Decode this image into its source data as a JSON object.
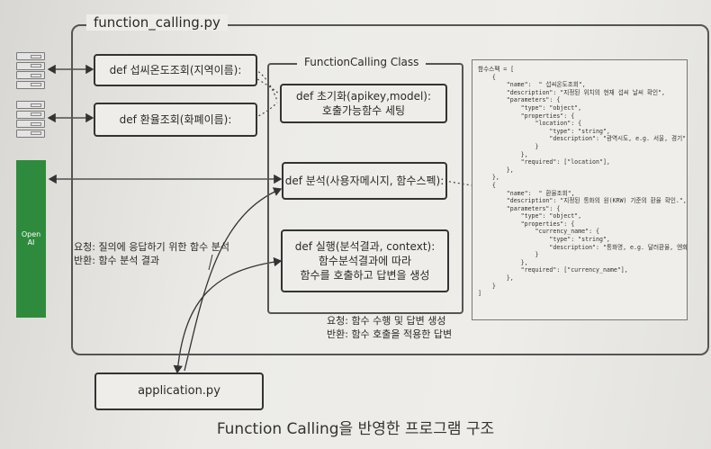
{
  "frame_title": "function_calling.py",
  "class_title": "FunctionCalling Class",
  "weather_func": "def 섭씨온도조회(지역이름):",
  "exchange_func": "def 환율조회(화폐이름):",
  "init_func_line1": "def 초기화(apikey,model):",
  "init_func_line2": "호출가능함수 세팅",
  "analyze_func": "def 분석(사용자메시지, 함수스펙):",
  "run_func_line1": "def 실행(분석결과, context):",
  "run_func_line2": "함수분석결과에 따라",
  "run_func_line3": "함수를 호출하고 답변을 생성",
  "request_analysis": "요청: 질의에 응답하기 위한 함수 분석",
  "response_analysis": "반환: 함수 분석 결과",
  "request_execute": "요청: 함수 수행 및 답변 생성",
  "response_execute": "반환: 함수 호출을 적용한 답변",
  "openai_label_1": "Open",
  "openai_label_2": "AI",
  "application_box": "application.py",
  "caption": "Function Calling을 반영한 프로그램 구조",
  "func_spec_json": "함수스펙 = [\n    {\n        \"name\":  \" 섭씨온도조회\",\n        \"description\": \"지정된 위치의 현재 섭씨 날씨 확인\",\n        \"parameters\": {\n            \"type\": \"object\",\n            \"properties\": {\n                \"location\": {\n                    \"type\": \"string\",\n                    \"description\": \"광역시도, e.g. 서울, 경기\",\n                }\n            },\n            \"required\": [\"location\"],\n        },\n    },\n    {\n        \"name\":  \" 환율조회\",\n        \"description\": \"지정된 통화의 원(KRW) 기준의 환율 확인.\",\n        \"parameters\": {\n            \"type\": \"object\",\n            \"properties\": {\n                \"currency_name\": {\n                    \"type\": \"string\",\n                    \"description\": \"통화명, e.g. 달러환율, 엔화환율\",\n                }\n            },\n            \"required\": [\"currency_name\"],\n        },\n    }\n]"
}
